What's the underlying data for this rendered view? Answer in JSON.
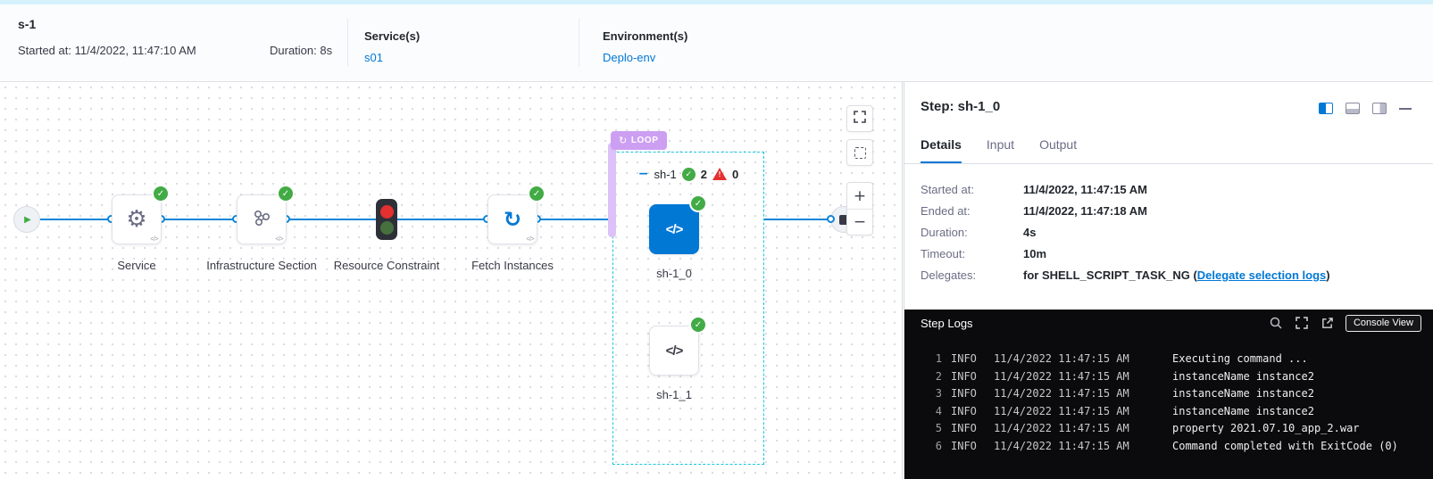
{
  "header": {
    "title": "s-1",
    "started_label": "Started at:",
    "started_value": "11/4/2022, 11:47:10 AM",
    "duration_label": "Duration:",
    "duration_value": "8s",
    "services_label": "Service(s)",
    "services_value": "s01",
    "environments_label": "Environment(s)",
    "environments_value": "Deplo-env"
  },
  "canvas": {
    "nodes": {
      "service": {
        "label": "Service"
      },
      "infrastructure": {
        "label": "Infrastructure Section"
      },
      "resource_constraint": {
        "label": "Resource Constraint"
      },
      "fetch_instances": {
        "label": "Fetch Instances"
      }
    },
    "loop": {
      "badge_label": "LOOP",
      "group_name": "sh-1",
      "success_count": "2",
      "failed_count": "0",
      "steps": {
        "first": {
          "label": "sh-1_0"
        },
        "second": {
          "label": "sh-1_1"
        }
      }
    }
  },
  "panel": {
    "title": "Step: sh-1_0",
    "tabs": {
      "details": "Details",
      "input": "Input",
      "output": "Output"
    },
    "details": {
      "rows": [
        {
          "label": "Started at:",
          "value": "11/4/2022, 11:47:15 AM"
        },
        {
          "label": "Ended at:",
          "value": "11/4/2022, 11:47:18 AM"
        },
        {
          "label": "Duration:",
          "value": "4s"
        },
        {
          "label": "Timeout:",
          "value": "10m"
        }
      ],
      "delegates_label": "Delegates:",
      "delegates_pre": "for SHELL_SCRIPT_TASK_NG (",
      "delegates_link": "Delegate selection logs",
      "delegates_post": ")"
    },
    "logs": {
      "title": "Step Logs",
      "console_view_label": "Console View",
      "lines": [
        {
          "num": "1",
          "level": "INFO",
          "time": "11/4/2022 11:47:15 AM",
          "message": "Executing command ..."
        },
        {
          "num": "2",
          "level": "INFO",
          "time": "11/4/2022 11:47:15 AM",
          "message": "instanceName instance2"
        },
        {
          "num": "3",
          "level": "INFO",
          "time": "11/4/2022 11:47:15 AM",
          "message": "instanceName instance2"
        },
        {
          "num": "4",
          "level": "INFO",
          "time": "11/4/2022 11:47:15 AM",
          "message": "instanceName instance2"
        },
        {
          "num": "5",
          "level": "INFO",
          "time": "11/4/2022 11:47:15 AM",
          "message": "property 2021.07.10_app_2.war"
        },
        {
          "num": "6",
          "level": "INFO",
          "time": "11/4/2022 11:47:15 AM",
          "message": "Command completed with ExitCode (0)"
        }
      ]
    }
  },
  "icons": {
    "play": "▶",
    "gear": "⚙",
    "loop": "↻",
    "fetch": "↻",
    "check": "✓",
    "warning": "!",
    "code": "</>",
    "collapse_minus": "−",
    "zoom_in": "+",
    "zoom_out": "−"
  },
  "colors": {
    "accent_blue": "#0278d5",
    "success_green": "#42ab45",
    "error_red": "#e4302f",
    "loop_purple": "#cd9ff2",
    "loop_border_teal": "#18c6e0"
  }
}
